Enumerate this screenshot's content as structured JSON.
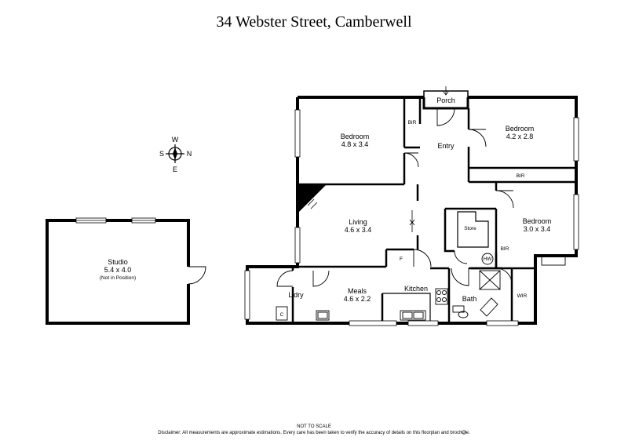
{
  "title": "34 Webster Street, Camberwell",
  "compass": {
    "w": "W",
    "s": "S",
    "n": "N",
    "e": "E"
  },
  "rooms": {
    "bed1": {
      "name": "Bedroom",
      "dims": "4.8 x 3.4"
    },
    "bed2": {
      "name": "Bedroom",
      "dims": "4.2 x 2.8"
    },
    "bed3": {
      "name": "Bedroom",
      "dims": "3.0 x 3.4"
    },
    "living": {
      "name": "Living",
      "dims": "4.6 x 3.4"
    },
    "meals": {
      "name": "Meals",
      "dims": "4.6 x 2.2"
    },
    "studio": {
      "name": "Studio",
      "dims": "5.4 x 4.0",
      "note": "(Not in Position)"
    },
    "porch": "Porch",
    "entry": "Entry",
    "bir1": "BIR",
    "bir2": "BIR",
    "bir3": "BIR",
    "store": "Store",
    "hw": "HW",
    "kitchen": "Kitchen",
    "fridge": "F",
    "laundry": "L'dry",
    "cupboard": "C",
    "bath": "Bath",
    "wir": "WIR"
  },
  "footer": {
    "scale": "NOT TO SCALE",
    "disclaimer": "Disclaimer: All measurements are approximate estimations. Every care has been taken to verify the accuracy of details on this floorplan and brochure."
  }
}
